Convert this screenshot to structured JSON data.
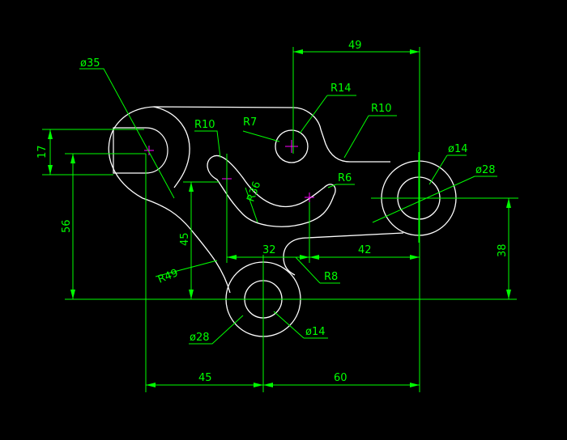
{
  "drawing": {
    "background": "#000000",
    "outline_color": "#ffffff",
    "dimension_color": "#00ff00",
    "center_mark_color": "#ff00ff",
    "dimensions": {
      "d_35": "ø35",
      "d_49": "49",
      "r_14": "R14",
      "r_10_right": "R10",
      "r_7": "R7",
      "r_10_left": "R10",
      "d_14_right": "ø14",
      "d_28_right": "ø28",
      "r_6": "R6",
      "r_36": "R36",
      "d_17": "17",
      "d_56": "56",
      "d_45_vertical": "45",
      "r_49": "R49",
      "d_32": "32",
      "d_42": "42",
      "r_8": "R8",
      "d_38": "38",
      "d_28_bottom": "ø28",
      "d_14_bottom": "ø14",
      "d_45_horizontal": "45",
      "d_60": "60"
    }
  }
}
